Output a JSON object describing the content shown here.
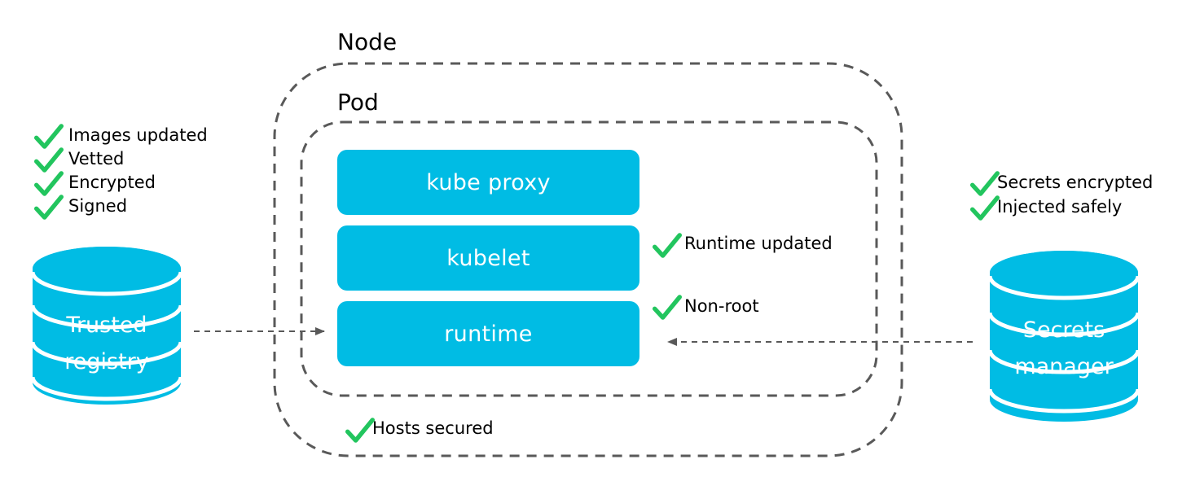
{
  "colors": {
    "accent": "#00BCE4",
    "check": "#22C55E",
    "border": "#595959",
    "text": "#111111"
  },
  "containers": {
    "node": "Node",
    "pod": "Pod"
  },
  "components": [
    "kube proxy",
    "kubelet",
    "runtime"
  ],
  "registry": {
    "line1": "Trusted",
    "line2": "registry",
    "checks": [
      "Images updated",
      "Vetted",
      "Encrypted",
      "Signed"
    ]
  },
  "secrets_manager": {
    "line1": "Secrets",
    "line2": "manager",
    "checks": [
      "Secrets encrypted",
      "Injected safely"
    ]
  },
  "runtime_checks": [
    "Runtime updated",
    "Non-root"
  ],
  "host_check": "Hosts secured",
  "icons": {
    "check": "check-icon",
    "database": "database-icon",
    "arrow": "arrow-icon"
  }
}
